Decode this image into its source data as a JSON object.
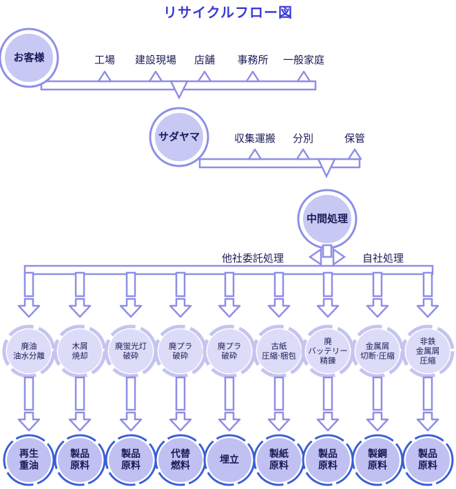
{
  "title": "リサイクルフロー図",
  "customer": {
    "name": "お客様",
    "steps": [
      "工場",
      "建設現場",
      "店舗",
      "事務所",
      "一般家庭"
    ]
  },
  "company": {
    "name": "サダヤマ",
    "steps": [
      "収集運搬",
      "分別",
      "保管"
    ]
  },
  "center": {
    "name": "中間処理",
    "left_label": "他社委託処理",
    "right_label": "自社処理"
  },
  "processes": [
    [
      "廃油",
      "油水分離"
    ],
    [
      "木屑",
      "焼却"
    ],
    [
      "廃蛍光灯",
      "破砕"
    ],
    [
      "廃プラ",
      "破砕"
    ],
    [
      "廃プラ",
      "破砕"
    ],
    [
      "古紙",
      "圧縮·梱包"
    ],
    [
      "廃",
      "バッテリー",
      "精錬"
    ],
    [
      "金属屑",
      "切断·圧縮"
    ],
    [
      "非鉄",
      "金属屑",
      "圧縮"
    ]
  ],
  "products": [
    [
      "再生",
      "重油"
    ],
    [
      "製品",
      "原料"
    ],
    [
      "製品",
      "原料"
    ],
    [
      "代替",
      "燃料"
    ],
    [
      "埋立"
    ],
    [
      "製紙",
      "原料"
    ],
    [
      "製品",
      "原料"
    ],
    [
      "製鋼",
      "原料"
    ],
    [
      "製品",
      "原料"
    ]
  ],
  "colors": {
    "title": "#3939d6",
    "pipe_fill": "#ffffff",
    "pipe_stroke": "#8e8ee6",
    "node_fill": "#c8c8f4",
    "node_ring": "#b8b8ee",
    "process_fill": "#dcdcf8",
    "product_fill": "#c0c0f2",
    "arrow_blue": "#3a5fd6",
    "text": "#1a1a55"
  }
}
